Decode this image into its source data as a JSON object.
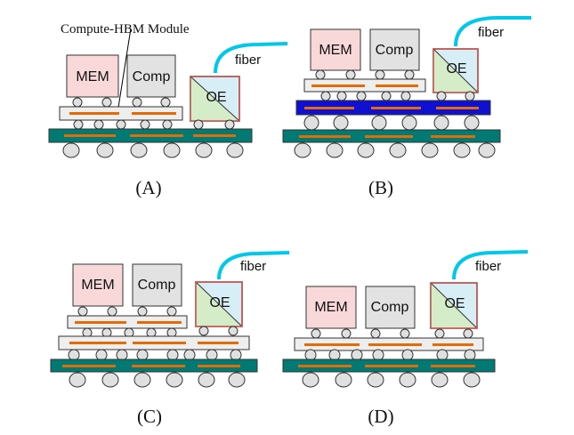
{
  "labels": {
    "mem": "MEM",
    "comp": "Comp",
    "oe": "OE",
    "fiber": "fiber",
    "callout": "Compute-HBM Module"
  },
  "panels": [
    {
      "id": "A",
      "caption": "(A)"
    },
    {
      "id": "B",
      "caption": "(B)"
    },
    {
      "id": "C",
      "caption": "(C)"
    },
    {
      "id": "D",
      "caption": "(D)"
    }
  ],
  "colors": {
    "mem_fill": "#f8d8d8",
    "comp_fill": "#e2e2e2",
    "oe_fill_a": "#d4ecc8",
    "oe_fill_b": "#d8eef6",
    "oe_border": "#c0504d",
    "substrate": "#007a72",
    "interposer_blue": "#1010d0",
    "trace": "#e36c09",
    "fiber": "#00c8e8",
    "ball": "#e0e0e0",
    "interposer_light": "#eeeeee"
  }
}
